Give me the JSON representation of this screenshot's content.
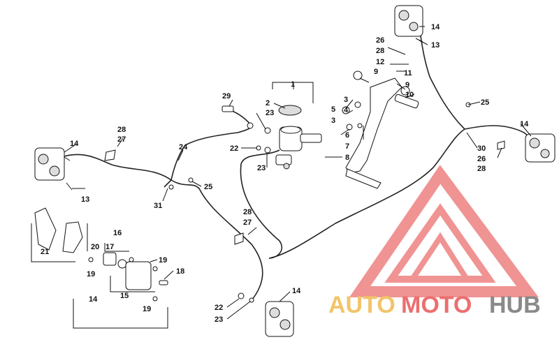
{
  "diagram": {
    "callouts": [
      {
        "id": "c1",
        "text": "1"
      },
      {
        "id": "c2",
        "text": "2"
      },
      {
        "id": "c23a",
        "text": "23"
      },
      {
        "id": "c29",
        "text": "29"
      },
      {
        "id": "c3a",
        "text": "3"
      },
      {
        "id": "c4",
        "text": "4"
      },
      {
        "id": "c5",
        "text": "5"
      },
      {
        "id": "c3b",
        "text": "3"
      },
      {
        "id": "c6",
        "text": "6"
      },
      {
        "id": "c7",
        "text": "7"
      },
      {
        "id": "c8",
        "text": "8"
      },
      {
        "id": "c22a",
        "text": "22"
      },
      {
        "id": "c23b",
        "text": "23"
      },
      {
        "id": "c24",
        "text": "24"
      },
      {
        "id": "c25a",
        "text": "25"
      },
      {
        "id": "c31",
        "text": "31"
      },
      {
        "id": "c28a",
        "text": "28"
      },
      {
        "id": "c27a",
        "text": "27"
      },
      {
        "id": "c14a",
        "text": "14"
      },
      {
        "id": "c13a",
        "text": "13"
      },
      {
        "id": "c21",
        "text": "21"
      },
      {
        "id": "c20",
        "text": "20"
      },
      {
        "id": "c16",
        "text": "16"
      },
      {
        "id": "c17",
        "text": "17"
      },
      {
        "id": "c19a",
        "text": "19"
      },
      {
        "id": "c18",
        "text": "18"
      },
      {
        "id": "c19b",
        "text": "19"
      },
      {
        "id": "c15",
        "text": "15"
      },
      {
        "id": "c14b",
        "text": "14"
      },
      {
        "id": "c19c",
        "text": "19"
      },
      {
        "id": "c28b",
        "text": "28"
      },
      {
        "id": "c27b",
        "text": "27"
      },
      {
        "id": "c14c",
        "text": "14"
      },
      {
        "id": "c22b",
        "text": "22"
      },
      {
        "id": "c23c",
        "text": "23"
      },
      {
        "id": "c26a",
        "text": "26"
      },
      {
        "id": "c28c",
        "text": "28"
      },
      {
        "id": "c14d",
        "text": "14"
      },
      {
        "id": "c13b",
        "text": "13"
      },
      {
        "id": "c12",
        "text": "12"
      },
      {
        "id": "c9a",
        "text": "9"
      },
      {
        "id": "c11",
        "text": "11"
      },
      {
        "id": "c9b",
        "text": "9"
      },
      {
        "id": "c10",
        "text": "10"
      },
      {
        "id": "c25b",
        "text": "25"
      },
      {
        "id": "c14e",
        "text": "14"
      },
      {
        "id": "c30",
        "text": "30"
      },
      {
        "id": "c26b",
        "text": "26"
      },
      {
        "id": "c28d",
        "text": "28"
      }
    ]
  },
  "watermark": {
    "auto": "AUTO",
    "moto": "MOTO",
    "hub": "HUB",
    "colors": {
      "auto": "#f2c46a",
      "moto": "#ec6f6f",
      "hub": "#8a8a8a",
      "logo": "#ec6f6f"
    }
  }
}
